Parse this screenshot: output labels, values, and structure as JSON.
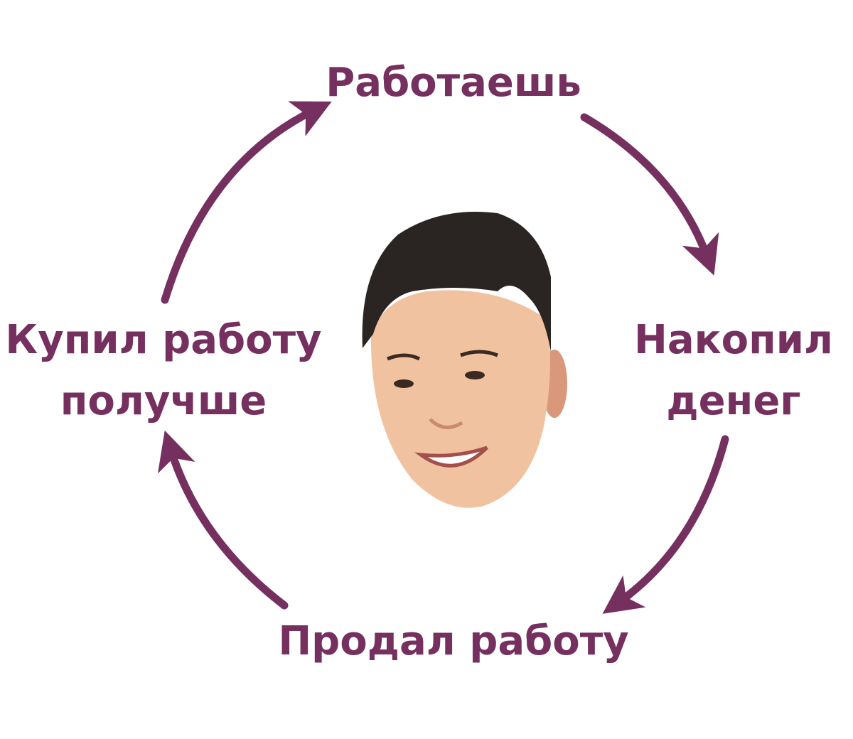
{
  "colors": {
    "accent": "#75305f",
    "background": "#ffffff"
  },
  "cycle": {
    "top": "Работаешь",
    "right_line1": "Накопил",
    "right_line2": "денег",
    "bottom": "Продал работу",
    "left_line1": "Купил работу",
    "left_line2": "получше"
  },
  "center_image": "smiling-man-face"
}
